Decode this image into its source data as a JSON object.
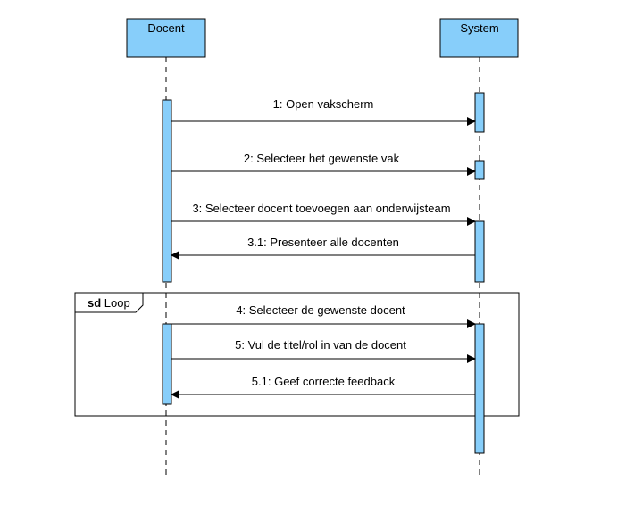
{
  "lifelines": [
    {
      "name": "Docent"
    },
    {
      "name": "System"
    }
  ],
  "messages": [
    {
      "label": "1: Open vakscherm",
      "direction": "right"
    },
    {
      "label": "2: Selecteer het gewenste vak",
      "direction": "right"
    },
    {
      "label": "3: Selecteer docent toevoegen aan onderwijsteam",
      "direction": "right"
    },
    {
      "label": "3.1: Presenteer alle docenten",
      "direction": "left"
    },
    {
      "label": "4: Selecteer de gewenste docent",
      "direction": "right"
    },
    {
      "label": "5: Vul de titel/rol in van de docent",
      "direction": "right"
    },
    {
      "label": "5.1: Geef correcte feedback",
      "direction": "left"
    }
  ],
  "fragment": {
    "keyword": "sd",
    "name": "Loop"
  },
  "colors": {
    "box_fill": "#87CEFA",
    "stroke": "#000000"
  }
}
